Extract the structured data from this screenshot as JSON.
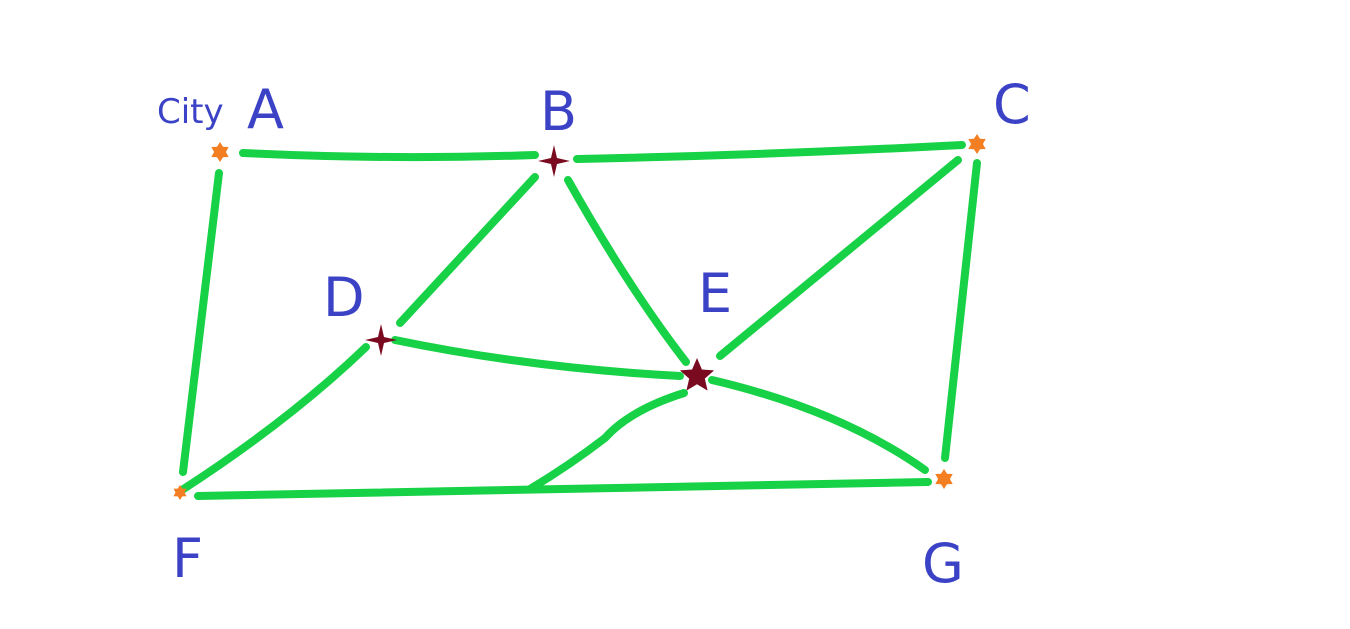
{
  "colors": {
    "road": "#17d146",
    "label": "#3b42c6",
    "city": "#f47f22",
    "junction": "#7a0a1f",
    "background": "#ffffff"
  },
  "nodes": [
    {
      "id": "A",
      "label": "A",
      "prefix": "City",
      "kind": "city"
    },
    {
      "id": "B",
      "label": "B",
      "kind": "junction"
    },
    {
      "id": "C",
      "label": "C",
      "kind": "city"
    },
    {
      "id": "D",
      "label": "D",
      "kind": "junction"
    },
    {
      "id": "E",
      "label": "E",
      "kind": "junction-major"
    },
    {
      "id": "F",
      "label": "F",
      "kind": "city"
    },
    {
      "id": "G",
      "label": "G",
      "kind": "city"
    }
  ],
  "edges": [
    {
      "from": "A",
      "to": "B"
    },
    {
      "from": "B",
      "to": "C"
    },
    {
      "from": "A",
      "to": "F"
    },
    {
      "from": "C",
      "to": "G"
    },
    {
      "from": "F",
      "to": "G"
    },
    {
      "from": "B",
      "to": "D"
    },
    {
      "from": "B",
      "to": "E"
    },
    {
      "from": "C",
      "to": "E"
    },
    {
      "from": "D",
      "to": "E"
    },
    {
      "from": "F",
      "to": "D"
    },
    {
      "from": "E",
      "to": "G"
    },
    {
      "from": "E",
      "to": "F-G road"
    }
  ]
}
